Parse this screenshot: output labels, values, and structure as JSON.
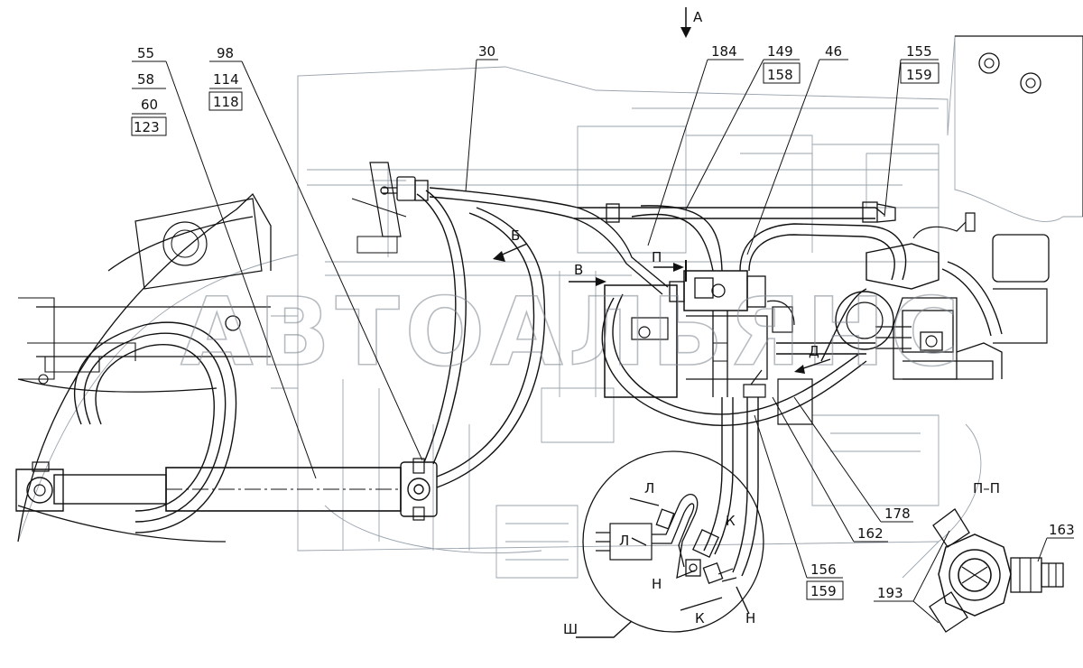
{
  "watermark": "АВТОАЛЬЯНС",
  "view_marks": {
    "A": "А",
    "B": "Б",
    "V": "В",
    "P": "П",
    "D": "Д",
    "L": "Л",
    "K": "К",
    "N": "Н",
    "Sh": "Ш"
  },
  "section_title": "П–П",
  "callouts": {
    "c55": "55",
    "c58": "58",
    "c60": "60",
    "c123": "123",
    "c98": "98",
    "c114": "114",
    "c118": "118",
    "c30": "30",
    "c184": "184",
    "c149": "149",
    "c158": "158",
    "c46": "46",
    "c155": "155",
    "c159a": "159",
    "c178": "178",
    "c162": "162",
    "c156": "156",
    "c159b": "159",
    "c163": "163",
    "c193": "193"
  }
}
